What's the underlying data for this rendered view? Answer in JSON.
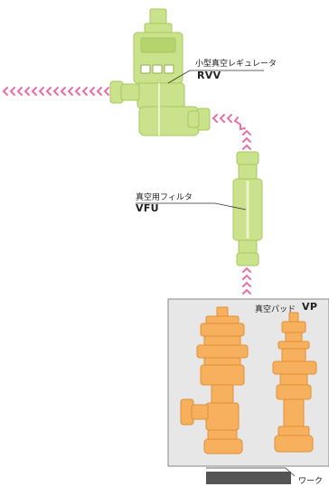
{
  "labels": {
    "regulator_name": "小型真空レギュレータ",
    "regulator_model": "RVV",
    "filter_name": "真空用フィルタ",
    "filter_model": "VFU",
    "pad_name": "真空パッド",
    "pad_model": "VP",
    "work_name": "ワーク"
  },
  "colors": {
    "component_green": "#c9e28b",
    "component_green_dark": "#a8c95c",
    "vacuum_pad_orange": "#f7b05e",
    "flow_arrow_pink": "#ec6fa4",
    "panel_gray": "#e7e7e7",
    "work_gray": "#555555"
  },
  "icons": {
    "flow": "chevron-arrow-chain"
  }
}
